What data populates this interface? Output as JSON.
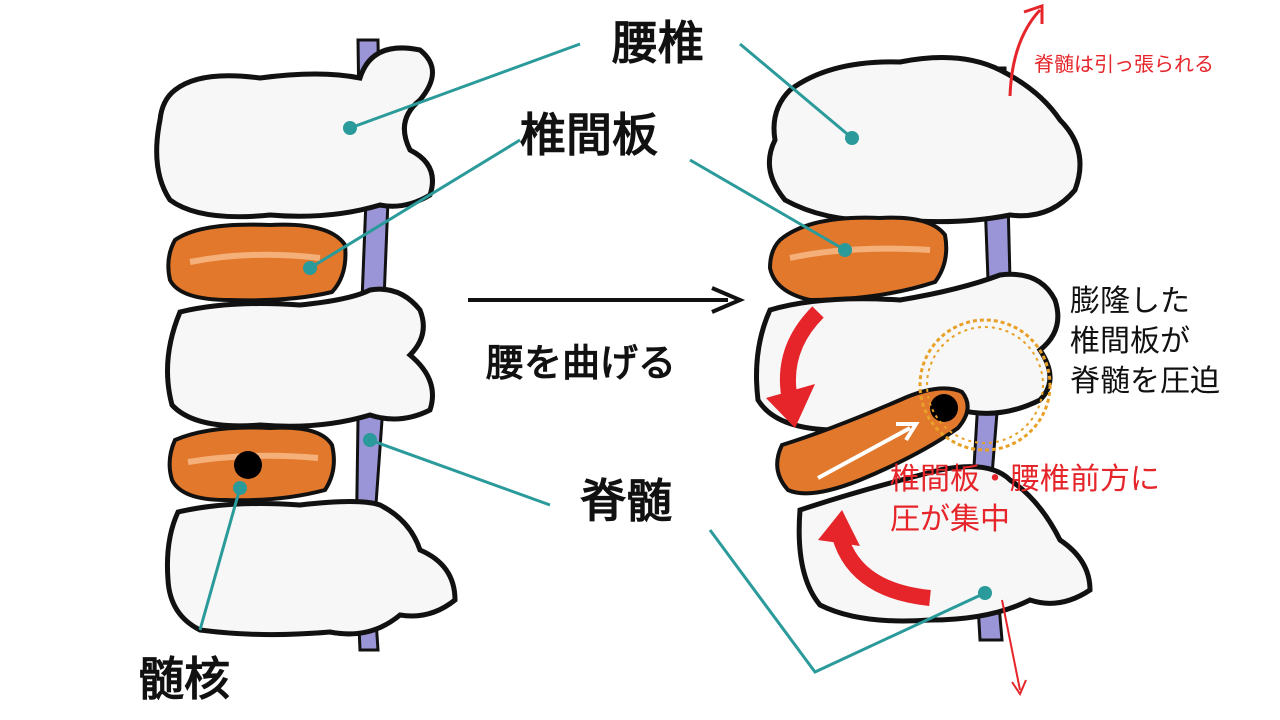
{
  "labels": {
    "lumbar": "腰椎",
    "disc": "椎間板",
    "spinal_cord": "脊髄",
    "nucleus": "髄核",
    "bend": "腰を曲げる",
    "cord_pulled": "脊髄は引っ張られる",
    "bulge_line1": "膨隆した",
    "bulge_line2": "椎間板が",
    "bulge_line3": "脊髄を圧迫",
    "pressure_line1": "椎間板・腰椎前方に",
    "pressure_line2": "圧が集中"
  },
  "colors": {
    "vertebra_fill": "#f7f7f7",
    "outline": "#111111",
    "disc_fill": "#e2782c",
    "disc_highlight": "#f5b07a",
    "cord_fill": "#9a95d6",
    "leader": "#2a9a9a",
    "arrow_red": "#e5252a",
    "circle_gold": "#e8a028"
  }
}
